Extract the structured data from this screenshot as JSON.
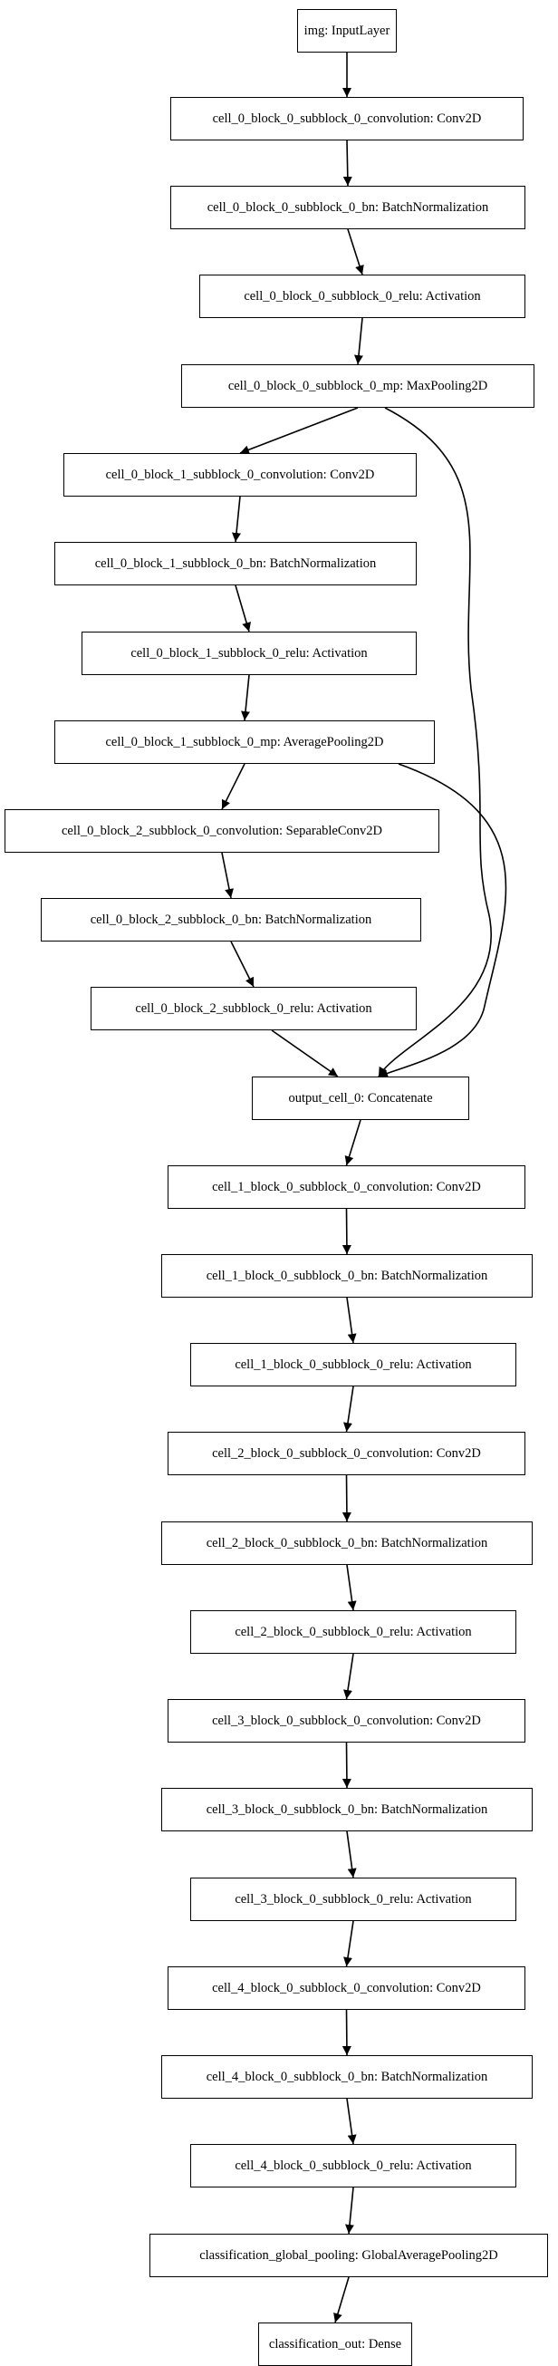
{
  "diagram": {
    "nodes": [
      {
        "id": "n0",
        "label": "img: InputLayer"
      },
      {
        "id": "n1",
        "label": "cell_0_block_0_subblock_0_convolution: Conv2D"
      },
      {
        "id": "n2",
        "label": "cell_0_block_0_subblock_0_bn: BatchNormalization"
      },
      {
        "id": "n3",
        "label": "cell_0_block_0_subblock_0_relu: Activation"
      },
      {
        "id": "n4",
        "label": "cell_0_block_0_subblock_0_mp: MaxPooling2D"
      },
      {
        "id": "n5",
        "label": "cell_0_block_1_subblock_0_convolution: Conv2D"
      },
      {
        "id": "n6",
        "label": "cell_0_block_1_subblock_0_bn: BatchNormalization"
      },
      {
        "id": "n7",
        "label": "cell_0_block_1_subblock_0_relu: Activation"
      },
      {
        "id": "n8",
        "label": "cell_0_block_1_subblock_0_mp: AveragePooling2D"
      },
      {
        "id": "n9",
        "label": "cell_0_block_2_subblock_0_convolution: SeparableConv2D"
      },
      {
        "id": "n10",
        "label": "cell_0_block_2_subblock_0_bn: BatchNormalization"
      },
      {
        "id": "n11",
        "label": "cell_0_block_2_subblock_0_relu: Activation"
      },
      {
        "id": "n12",
        "label": "output_cell_0: Concatenate"
      },
      {
        "id": "n13",
        "label": "cell_1_block_0_subblock_0_convolution: Conv2D"
      },
      {
        "id": "n14",
        "label": "cell_1_block_0_subblock_0_bn: BatchNormalization"
      },
      {
        "id": "n15",
        "label": "cell_1_block_0_subblock_0_relu: Activation"
      },
      {
        "id": "n16",
        "label": "cell_2_block_0_subblock_0_convolution: Conv2D"
      },
      {
        "id": "n17",
        "label": "cell_2_block_0_subblock_0_bn: BatchNormalization"
      },
      {
        "id": "n18",
        "label": "cell_2_block_0_subblock_0_relu: Activation"
      },
      {
        "id": "n19",
        "label": "cell_3_block_0_subblock_0_convolution: Conv2D"
      },
      {
        "id": "n20",
        "label": "cell_3_block_0_subblock_0_bn: BatchNormalization"
      },
      {
        "id": "n21",
        "label": "cell_3_block_0_subblock_0_relu: Activation"
      },
      {
        "id": "n22",
        "label": "cell_4_block_0_subblock_0_convolution: Conv2D"
      },
      {
        "id": "n23",
        "label": "cell_4_block_0_subblock_0_bn: BatchNormalization"
      },
      {
        "id": "n24",
        "label": "cell_4_block_0_subblock_0_relu: Activation"
      },
      {
        "id": "n25",
        "label": "classification_global_pooling: GlobalAveragePooling2D"
      },
      {
        "id": "n26",
        "label": "classification_out: Dense"
      }
    ],
    "edges": [
      {
        "from": "n0",
        "to": "n1"
      },
      {
        "from": "n1",
        "to": "n2"
      },
      {
        "from": "n2",
        "to": "n3"
      },
      {
        "from": "n3",
        "to": "n4"
      },
      {
        "from": "n4",
        "to": "n5"
      },
      {
        "from": "n4",
        "to": "n12"
      },
      {
        "from": "n5",
        "to": "n6"
      },
      {
        "from": "n6",
        "to": "n7"
      },
      {
        "from": "n7",
        "to": "n8"
      },
      {
        "from": "n8",
        "to": "n9"
      },
      {
        "from": "n8",
        "to": "n12"
      },
      {
        "from": "n9",
        "to": "n10"
      },
      {
        "from": "n10",
        "to": "n11"
      },
      {
        "from": "n11",
        "to": "n12"
      },
      {
        "from": "n12",
        "to": "n13"
      },
      {
        "from": "n13",
        "to": "n14"
      },
      {
        "from": "n14",
        "to": "n15"
      },
      {
        "from": "n15",
        "to": "n16"
      },
      {
        "from": "n16",
        "to": "n17"
      },
      {
        "from": "n17",
        "to": "n18"
      },
      {
        "from": "n18",
        "to": "n19"
      },
      {
        "from": "n19",
        "to": "n20"
      },
      {
        "from": "n20",
        "to": "n21"
      },
      {
        "from": "n21",
        "to": "n22"
      },
      {
        "from": "n22",
        "to": "n23"
      },
      {
        "from": "n23",
        "to": "n24"
      },
      {
        "from": "n24",
        "to": "n25"
      },
      {
        "from": "n25",
        "to": "n26"
      }
    ]
  }
}
